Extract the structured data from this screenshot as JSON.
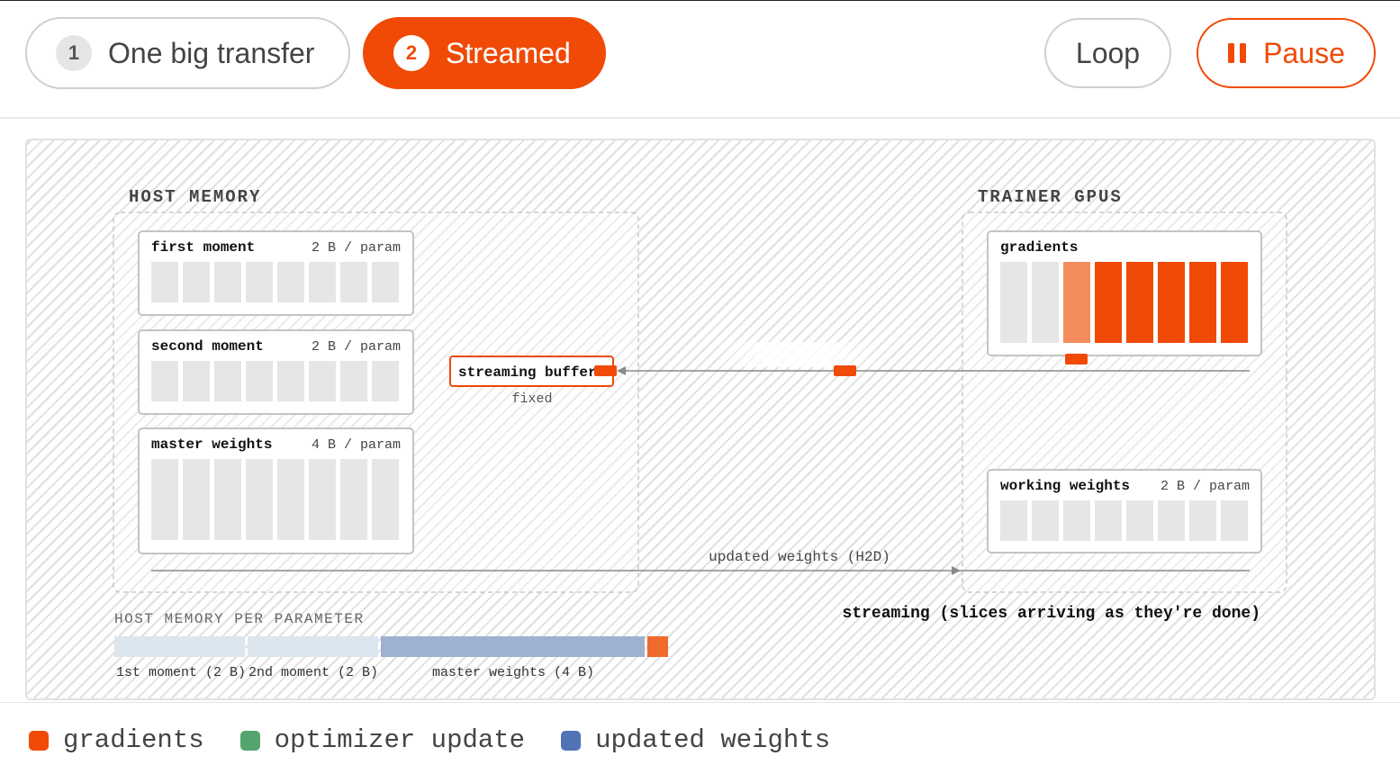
{
  "tabs": [
    {
      "number": "1",
      "label": "One big transfer",
      "active": false
    },
    {
      "number": "2",
      "label": "Streamed",
      "active": true
    }
  ],
  "controls": {
    "loop_label": "Loop",
    "pause_label": "Pause"
  },
  "diagram": {
    "host_title": "HOST MEMORY",
    "gpu_title": "TRAINER GPUS",
    "host_blocks": [
      {
        "name": "first moment",
        "size": "2 B / param"
      },
      {
        "name": "second moment",
        "size": "2 B / param"
      },
      {
        "name": "master weights",
        "size": "4 B / param"
      }
    ],
    "buffer": {
      "name": "streaming buffer",
      "note": "fixed"
    },
    "gpu_blocks": [
      {
        "name": "gradients",
        "size": ""
      },
      {
        "name": "working weights",
        "size": "2 B / param"
      }
    ],
    "gradient_slices": [
      "empty",
      "empty",
      "arriving",
      "full",
      "full",
      "full",
      "full",
      "full"
    ],
    "h2d_label": "updated weights (H2D)",
    "status": "streaming (slices arriving as they're done)",
    "per_param": {
      "title": "HOST MEMORY PER PARAMETER",
      "segments": [
        {
          "label": "1st moment (2 B)",
          "bytes": 2
        },
        {
          "label": "2nd moment (2 B)",
          "bytes": 2
        },
        {
          "label": "master weights (4 B)",
          "bytes": 4
        }
      ]
    }
  },
  "legend": [
    {
      "label": "gradients",
      "color": "#f04a06"
    },
    {
      "label": "optimizer update",
      "color": "#54a46e"
    },
    {
      "label": "updated weights",
      "color": "#4f73b5"
    }
  ]
}
